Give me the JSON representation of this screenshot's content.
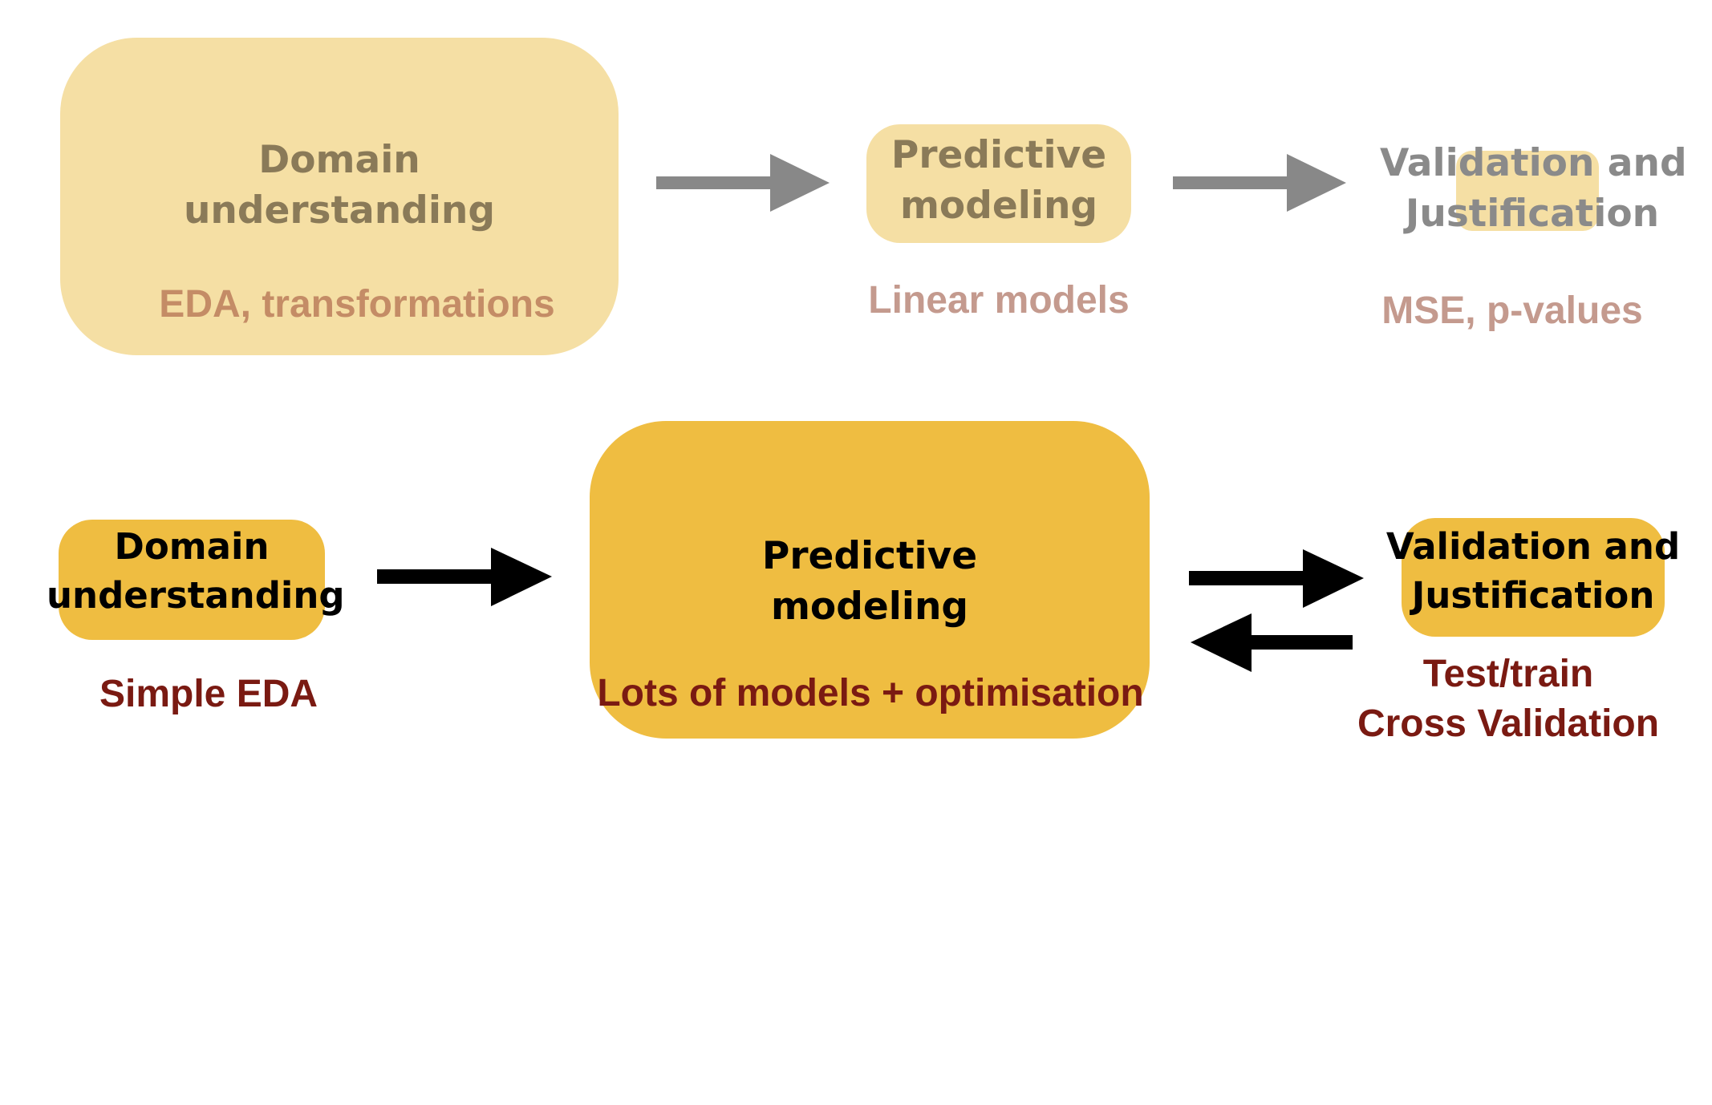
{
  "top_row": {
    "domain": {
      "title_line1": "Domain",
      "title_line2": "understanding",
      "caption": "EDA, transformations"
    },
    "predictive": {
      "title_line1": "Predictive",
      "title_line2": "modeling",
      "caption": "Linear models"
    },
    "validation": {
      "title_line1": "Validation and",
      "title_line2": "Justification",
      "caption": "MSE, p-values"
    }
  },
  "bottom_row": {
    "domain": {
      "title_line1": "Domain",
      "title_line2": "understanding",
      "caption": "Simple EDA"
    },
    "predictive": {
      "title_line1": "Predictive",
      "title_line2": "modeling",
      "caption": "Lots of models + optimisation"
    },
    "validation": {
      "title_line1": "Validation and",
      "title_line2": "Justification",
      "caption_line1": "Test/train",
      "caption_line2": "Cross Validation"
    }
  },
  "colors": {
    "faded_box": "#f5dfa4",
    "strong_box": "#efbd41",
    "faded_title": "#8a7a58",
    "faded_caption_orange": "#c48c66",
    "faded_caption_pink": "#c49a8e",
    "strong_title": "#000000",
    "strong_caption": "#7a1a12",
    "gray_arrow": "#888888",
    "black_arrow": "#000000"
  }
}
